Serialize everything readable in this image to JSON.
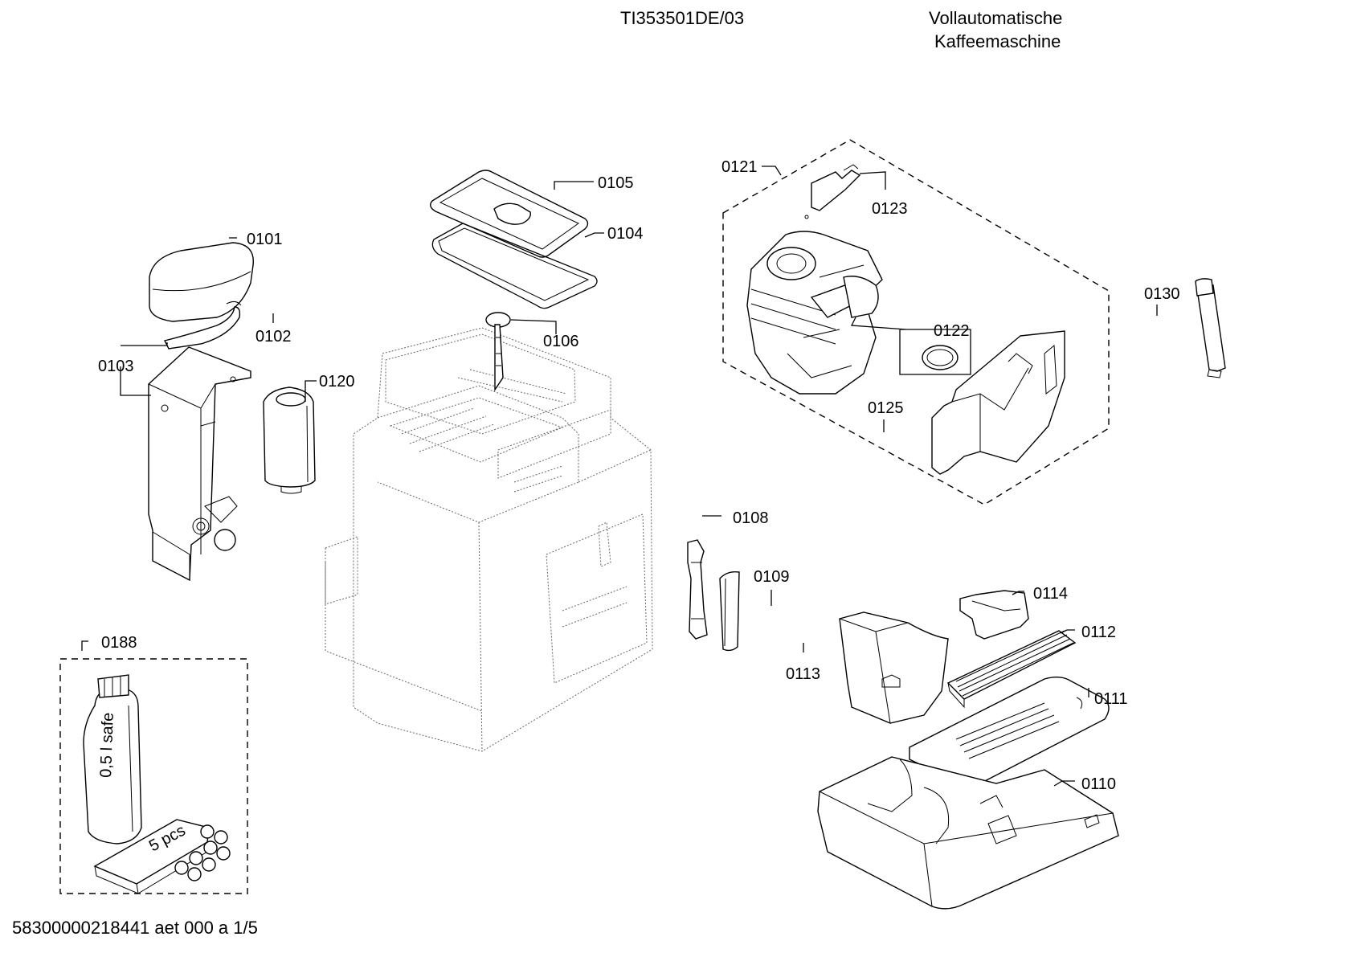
{
  "header": {
    "model": "TI353501DE/03",
    "title_line1": "Vollautomatische",
    "title_line2": "Kaffeemaschine"
  },
  "footer": "58300000218441 aet 000 a 1/5",
  "parts": {
    "p0101": "0101",
    "p0102": "0102",
    "p0103": "0103",
    "p0104": "0104",
    "p0105": "0105",
    "p0106": "0106",
    "p0108": "0108",
    "p0109": "0109",
    "p0110": "0110",
    "p0111": "0111",
    "p0112": "0112",
    "p0113": "0113",
    "p0114": "0114",
    "p0120": "0120",
    "p0121": "0121",
    "p0122": "0122",
    "p0123": "0123",
    "p0125": "0125",
    "p0130": "0130",
    "p0188": "0188"
  },
  "bottle_label": "0,5 l safe",
  "pack_label": "5 pcs"
}
